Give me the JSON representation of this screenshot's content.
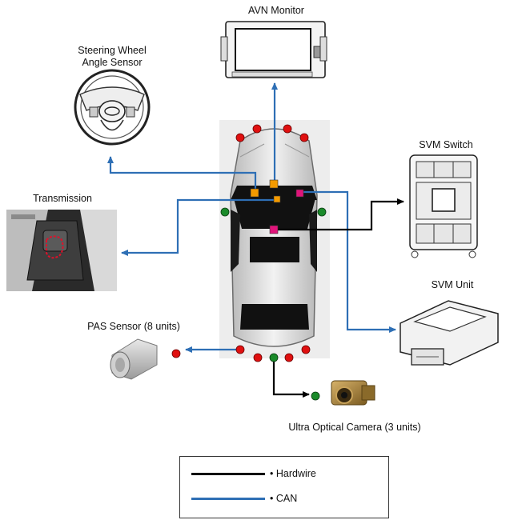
{
  "labels": {
    "avn_monitor": "AVN Monitor",
    "steering_line1": "Steering Wheel",
    "steering_line2": "Angle Sensor",
    "transmission": "Transmission",
    "svm_switch": "SVM Switch",
    "svm_unit": "SVM Unit",
    "pas_sensor": "PAS Sensor (8 units)",
    "camera": "Ultra Optical Camera (3 units)"
  },
  "legend": {
    "hardwire_label": "• Hardwire",
    "can_label": "• CAN"
  },
  "colors": {
    "hardwire": "#000000",
    "can": "#2e6fb5",
    "pas_sensor_dot": "#e01010",
    "camera_dot": "#1a8a2a",
    "module_orange": "#f39a00",
    "module_magenta": "#e0147a"
  }
}
